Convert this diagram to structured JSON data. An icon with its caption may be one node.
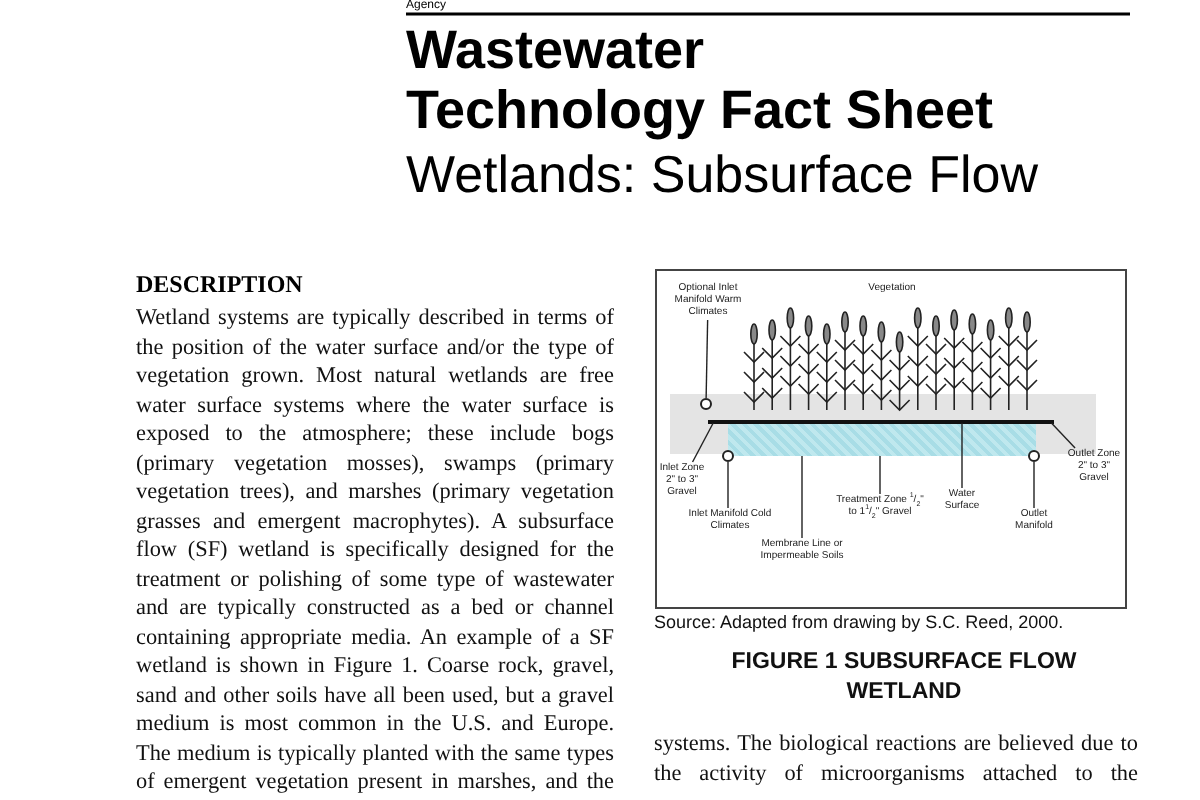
{
  "diagram": {
    "title": "Wastewater Technology Fact Sheet",
    "caption": "FIGURE 1  SUBSURFACE FLOW WETLAND",
    "nodes": [
      {
        "text": [
          "Optional Inlet Manifold Warm Climates"
        ]
      },
      {
        "text": [],
        "shape": "circle"
      },
      {
        "text": [],
        "shape": "box"
      },
      {
        "text": [],
        "shape": "circle"
      },
      {
        "text": [],
        "shape": "circle"
      },
      {
        "text": [
          "Inlet Zone 2\" to 3\" Gravel"
        ]
      },
      {
        "text": [
          "Inlet Manifold Cold Climates"
        ]
      },
      {
        "text": [
          "Membrane Line or Impermeable Soils"
        ]
      },
      {
        "text": [
          "Treatment Zone $^{1}$/$_{2}$\" to 1$^{1}$/$_{2}$\" Gravel"
        ]
      },
      {
        "text": [
          "Water Surface"
        ]
      },
      {
        "text": [
          "Outlet Manifold"
        ]
      },
      {
        "text": [
          "Outlet Zone 2\" to 3\" Gravel"
        ]
      },
      {
        "text": [],
        "shape": "bar"
      }
    ],
    "edges": [
      {
        "from": 0,
        "to": 1,
        "arrow": "none"
      },
      {
        "from": 5,
        "to": 12,
        "arrow": "none"
      },
      {
        "from": 6,
        "to": 3,
        "arrow": "none"
      },
      {
        "from": 7,
        "to": 2,
        "arrow": "none"
      },
      {
        "from": 8,
        "to": 2,
        "arrow": "none"
      },
      {
        "from": 9,
        "to": 12,
        "arrow": "none"
      },
      {
        "from": 10,
        "to": 4,
        "arrow": "none"
      },
      {
        "from": 11,
        "to": 12,
        "arrow": "none"
      }
    ],
    "labels": [
      "Agency",
      "Wetlands: Subsurface Flow",
      "DESCRIPTION",
      "Wetland systems are typically described in terms of the position of the water surface and/or the type of vegetation grown.  Most natural wetlands are free water surface systems where the water surface is exposed to the atmosphere; these include bogs (primary vegetation mosses), swamps (primary vegetation trees), and marshes (primary vegetation grasses and emergent macrophytes).  A subsurface flow (SF) wetland is specifically designed for the treatment or polishing of some type of wastewater and are typically constructed as a bed or channel containing appropriate media.  An example of a SF wetland is shown in Figure 1.  Coarse rock, gravel, sand and other soils have all been used, but a gravel medium is most common in the U.S. and Europe. The medium is typically planted with the same types of emergent vegetation present in marshes, and the",
      "Vegetation",
      "Source: Adapted from drawing by S.C. Reed, 2000.",
      "systems.  The biological reactions are believed due to the activity of microorganisms attached to the"
    ]
  }
}
